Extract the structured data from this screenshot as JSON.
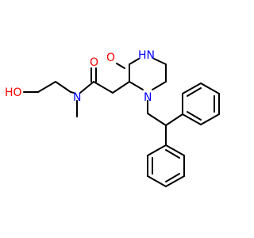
{
  "molecule": {
    "atoms": {
      "hydroxyl": "HO",
      "amide_oxygen": "O",
      "amide_nitrogen": "N",
      "ring_nh": "HN",
      "lactam_oxygen": "O",
      "ring_nitrogen": "N"
    }
  },
  "colors": {
    "bond": "#000000",
    "oxygen": "#ff0000",
    "nitrogen": "#0000ff",
    "background": "#ffffff"
  }
}
